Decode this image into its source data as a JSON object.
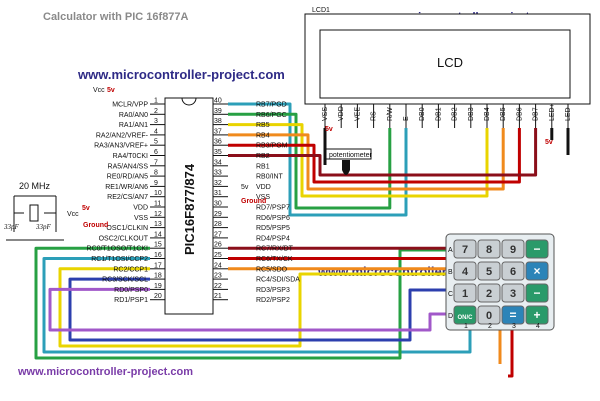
{
  "title": "Calculator with PIC 16f877A",
  "watermarks": [
    "www.microcontroller-project.com",
    "www.microcontroller-project.com",
    "www.microcontroller-project.com",
    "www.microcontroller-project.com"
  ],
  "chip": {
    "name": "PIC16F877/874",
    "left_pins": [
      {
        "n": "1",
        "label": "MCLR/VPP"
      },
      {
        "n": "2",
        "label": "RA0/AN0"
      },
      {
        "n": "3",
        "label": "RA1/AN1"
      },
      {
        "n": "4",
        "label": "RA2/AN2/VREF-"
      },
      {
        "n": "5",
        "label": "RA3/AN3/VREF+"
      },
      {
        "n": "6",
        "label": "RA4/T0CKI"
      },
      {
        "n": "7",
        "label": "RA5/AN4/SS"
      },
      {
        "n": "8",
        "label": "RE0/RD/AN5"
      },
      {
        "n": "9",
        "label": "RE1/WR/AN6"
      },
      {
        "n": "10",
        "label": "RE2/CS/AN7"
      },
      {
        "n": "11",
        "label": "VDD"
      },
      {
        "n": "12",
        "label": "VSS"
      },
      {
        "n": "13",
        "label": "OSC1/CLKIN"
      },
      {
        "n": "14",
        "label": "OSC2/CLKOUT"
      },
      {
        "n": "15",
        "label": "RC0/T1OSO/T1CKI"
      },
      {
        "n": "16",
        "label": "RC1/T1OSI/CCP2"
      },
      {
        "n": "17",
        "label": "RC2/CCP1"
      },
      {
        "n": "18",
        "label": "RC3/SCK/SCL"
      },
      {
        "n": "19",
        "label": "RD0/PSP0"
      },
      {
        "n": "20",
        "label": "RD1/PSP1"
      }
    ],
    "right_pins": [
      {
        "n": "40",
        "label": "RB7/PGD"
      },
      {
        "n": "39",
        "label": "RB6/PGC"
      },
      {
        "n": "38",
        "label": "RB5"
      },
      {
        "n": "37",
        "label": "RB4"
      },
      {
        "n": "36",
        "label": "RB3/PGM"
      },
      {
        "n": "35",
        "label": "RB2"
      },
      {
        "n": "34",
        "label": "RB1"
      },
      {
        "n": "33",
        "label": "RB0/INT"
      },
      {
        "n": "32",
        "label": "VDD"
      },
      {
        "n": "31",
        "label": "VSS"
      },
      {
        "n": "30",
        "label": "RD7/PSP7"
      },
      {
        "n": "29",
        "label": "RD6/PSP6"
      },
      {
        "n": "28",
        "label": "RD5/PSP5"
      },
      {
        "n": "27",
        "label": "RD4/PSP4"
      },
      {
        "n": "26",
        "label": "RC7/RX/DT"
      },
      {
        "n": "25",
        "label": "RC6/TX/CK"
      },
      {
        "n": "24",
        "label": "RC5/SDO"
      },
      {
        "n": "23",
        "label": "RC4/SDI/SDA"
      },
      {
        "n": "22",
        "label": "RD3/PSP3"
      },
      {
        "n": "21",
        "label": "RD2/PSP2"
      }
    ]
  },
  "labels": {
    "vcc": "Vcc",
    "five_v": "5v",
    "ground": "Ground",
    "crystal": "20 MHz",
    "cap1": "33pF",
    "cap2": "33pF",
    "potentiometer": "potentiometer"
  },
  "lcd": {
    "ref": "LCD1",
    "text": "LCD",
    "pins": [
      "VSS",
      "VDD",
      "VEE",
      "RS",
      "R/W",
      "E",
      "DB0",
      "DB1",
      "DB2",
      "DB3",
      "DB4",
      "DB5",
      "DB6",
      "DB7",
      "LED+",
      "LED-"
    ]
  },
  "keypad": {
    "keys": [
      "7",
      "8",
      "9",
      "−",
      "4",
      "5",
      "6",
      "×",
      "1",
      "2",
      "3",
      "−",
      "ON/C",
      "0",
      "=",
      "+"
    ],
    "row_labels": [
      "A",
      "B",
      "C",
      "D"
    ],
    "col_labels": [
      "1",
      "2",
      "3",
      "4"
    ]
  },
  "colors": {
    "red": "#c00000",
    "orange": "#f08a1c",
    "yellow": "#e9d400",
    "green": "#27a043",
    "teal": "#2c9fb8",
    "blue": "#2c3fae",
    "purple": "#a158c9",
    "darkred": "#8b0f1a",
    "black": "#111111"
  }
}
